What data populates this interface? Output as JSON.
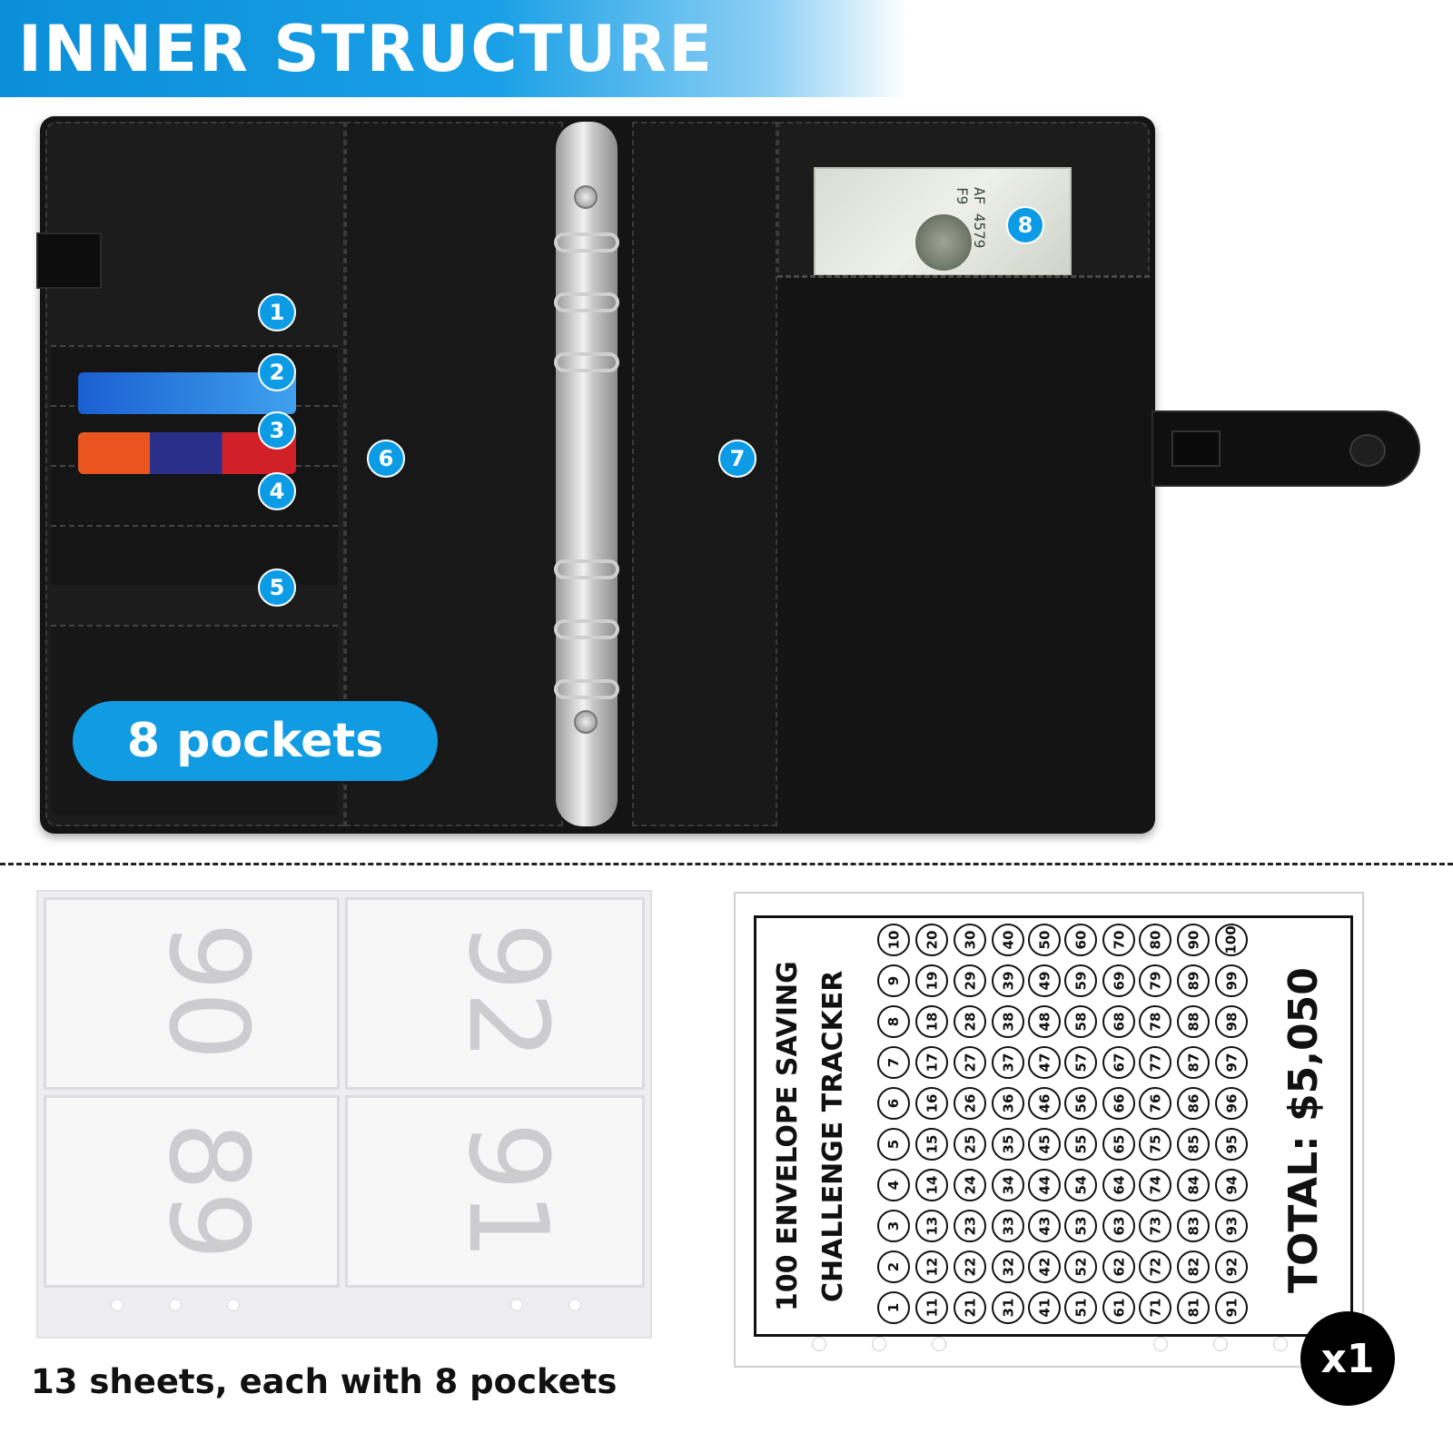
{
  "banner": {
    "title": "INNER STRUCTURE"
  },
  "binder": {
    "pocket_labels": [
      "1",
      "2",
      "3",
      "4",
      "5",
      "6",
      "7",
      "8"
    ],
    "pill": "8 pockets",
    "bill_code": "AF 4579 F9"
  },
  "sheet": {
    "envelope_numbers": [
      "90",
      "92",
      "89",
      "91"
    ],
    "caption": "13 sheets, each with 8 pockets"
  },
  "tracker": {
    "title_line1": "100 ENVELOPE SAVING",
    "title_line2": "CHALLENGE TRACKER",
    "total": "TOTAL: $5,050",
    "numbers_range": [
      1,
      100
    ]
  },
  "quantity_badge": "x1",
  "colors": {
    "accent": "#0c9ce6",
    "binder": "#141414"
  }
}
